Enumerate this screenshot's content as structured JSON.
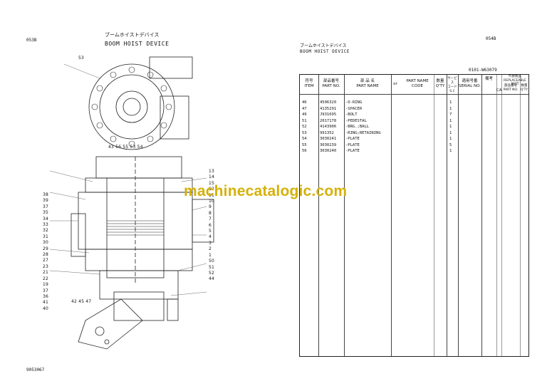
{
  "left": {
    "page_code": "053B",
    "title_jp": "ブームホイストデバイス",
    "title_en": "BOOM HOIST DEVICE",
    "figure_no": "9053067",
    "labels_left": [
      "38",
      "39",
      "37",
      "35",
      "34",
      "33",
      "32",
      "31",
      "30",
      "29",
      "28",
      "27",
      "23",
      "21",
      "22",
      "19",
      "37",
      "36",
      "41",
      "40",
      "42",
      "45",
      "47"
    ],
    "labels_right": [
      "13",
      "14",
      "15",
      "12",
      "11",
      "10",
      "9",
      "8",
      "7",
      "6",
      "5",
      "4",
      "3",
      "2",
      "1",
      "50",
      "51",
      "52",
      "44"
    ],
    "labels_top": [
      "43",
      "56",
      "55",
      "53",
      "54"
    ]
  },
  "right": {
    "page_code": "054B",
    "title_jp": "ブームホイストデバイス",
    "title_en": "BOOM HOIST DEVICE",
    "serial_range": "0101-W63079",
    "watermark": "machinecatalogic.com",
    "headers": {
      "item_jp": "符号",
      "item_en": "ITEM",
      "part_no_jp": "部品番号",
      "part_no_en": "PART NO.",
      "name_jp": "部 品 名",
      "name_en": "PART NAME",
      "or": "or",
      "name2_en": "PART NAME",
      "code": "CODE",
      "qty_jp": "数量",
      "qty_en": "Q'TY",
      "service_jp": "サービス\nコード",
      "service_en": "S.C",
      "serial_jp": "適用号番",
      "serial_en": "SERIAL NO.",
      "remarks_jp": "備考",
      "ca": "CA",
      "replace_jp": "代替製品",
      "replace_en": "REPLACEABLE PART",
      "part_no2_jp": "部品番号",
      "part_no2_en": "PART NO.",
      "qty2_jp": "数量",
      "qty2_en": "Q'TY"
    },
    "rows": [
      {
        "item": "46",
        "part_no": "4506320",
        "name": "-O-RING",
        "qty": "1"
      },
      {
        "item": "47",
        "part_no": "4135291",
        "name": "-SPACER",
        "qty": "1"
      },
      {
        "item": "49",
        "part_no": "J931695",
        "name": "-BOLT",
        "qty": "7"
      },
      {
        "item": "51",
        "part_no": "2017178",
        "name": "-PEDESTAL",
        "qty": "1"
      },
      {
        "item": "52",
        "part_no": "4143906",
        "name": "-BRG.;BALL",
        "qty": "1"
      },
      {
        "item": "53",
        "part_no": "991352",
        "name": "-RING;RETAINING",
        "qty": "1"
      },
      {
        "item": "54",
        "part_no": "3030241",
        "name": "-PLATE",
        "qty": "1"
      },
      {
        "item": "55",
        "part_no": "3030239",
        "name": "-PLATE",
        "qty": "5"
      },
      {
        "item": "56",
        "part_no": "3030240",
        "name": "-PLATE",
        "qty": "1"
      }
    ]
  }
}
